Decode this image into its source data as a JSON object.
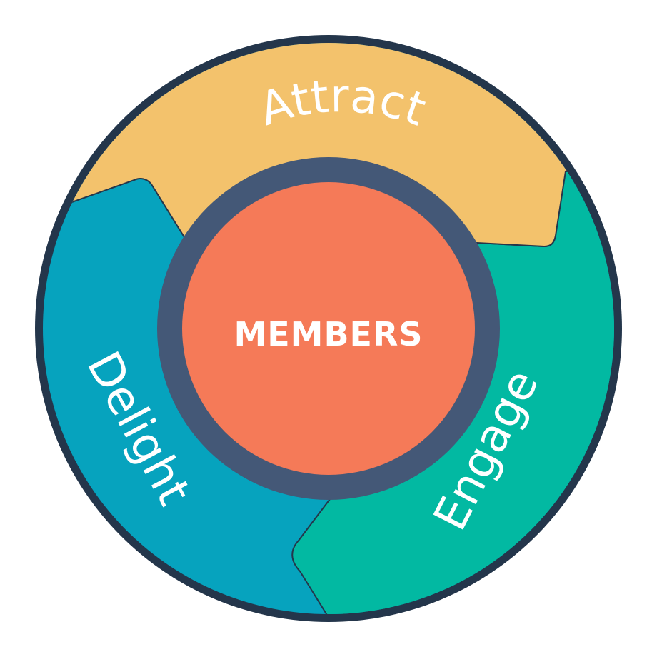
{
  "diagram": {
    "center": {
      "label": "MEMBERS",
      "color": "#f57a58",
      "ring_color": "#445877"
    },
    "segments": [
      {
        "id": "attract",
        "label": "Attract",
        "color": "#f3c26c"
      },
      {
        "id": "engage",
        "label": "Engage",
        "color": "#02b9a2"
      },
      {
        "id": "delight",
        "label": "Delight",
        "color": "#06a3be"
      }
    ],
    "outline_color": "#24364b"
  }
}
